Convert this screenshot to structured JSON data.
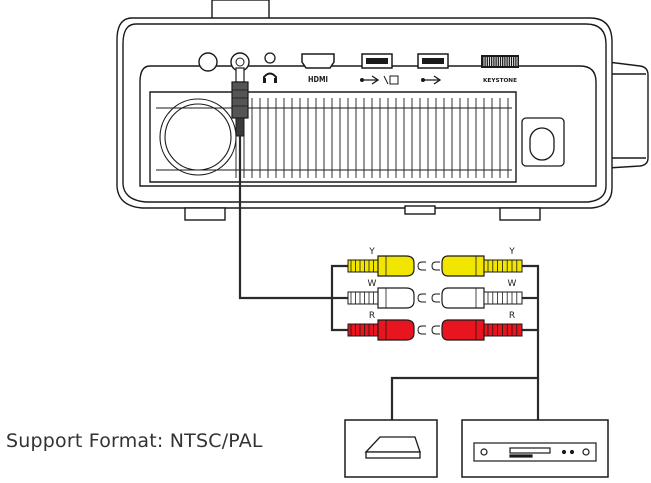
{
  "caption": "Support Format: NTSC/PAL",
  "ports": {
    "hdmi_label": "HDMI",
    "keystone_label": "KEYSTONE"
  },
  "rca": {
    "left": [
      {
        "letter": "Y",
        "color": "#f2e600"
      },
      {
        "letter": "W",
        "color": "#ffffff"
      },
      {
        "letter": "R",
        "color": "#e8141e"
      }
    ],
    "right": [
      {
        "letter": "Y",
        "color": "#f2e600"
      },
      {
        "letter": "W",
        "color": "#ffffff"
      },
      {
        "letter": "R",
        "color": "#e8141e"
      }
    ]
  },
  "colors": {
    "line": "#1a1a1a",
    "cable": "#333333"
  },
  "icons": [
    "power-icon",
    "av-jack-icon",
    "headphone-icon",
    "hdmi-port-icon",
    "usb-port-icon",
    "usb-port-icon",
    "keystone-wheel-icon",
    "settop-box-icon",
    "dvd-player-icon"
  ]
}
